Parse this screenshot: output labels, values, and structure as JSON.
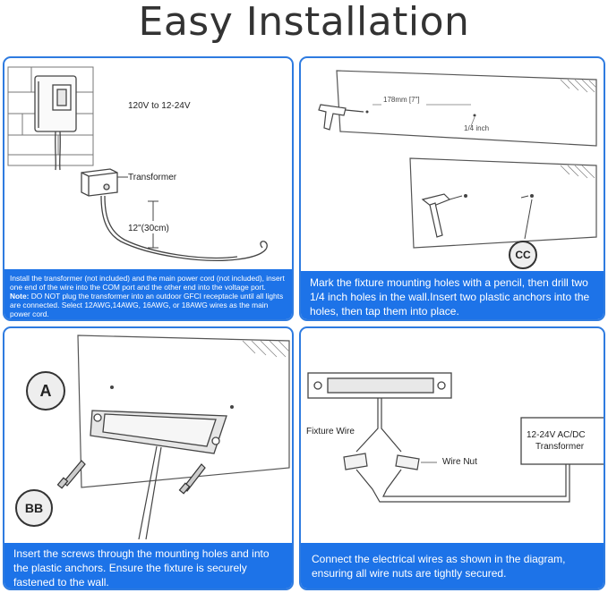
{
  "title": "Easy Installation",
  "panel1": {
    "voltage_label": "120V to 12-24V",
    "transformer_label": "Transformer",
    "length_label": "12\"(30cm)",
    "caption_main": "Install the transformer (not included) and the main power cord (not included), insert one end of the wire into the COM port and the other end into the voltage port.",
    "caption_note_label": "Note:",
    "caption_note": " DO NOT plug the transformer into an outdoor GFCI receptacle until all lights are connected.  Select 12AWG,14AWG, 16AWG, or 18AWG wires as the main power cord."
  },
  "panel2": {
    "spacing_label": "178mm [7\"]",
    "hole_label": "1/4 inch",
    "anchor_label": "CC",
    "caption": "Mark the fixture mounting holes with a pencil, then drill two 1/4 inch holes in the wall.Insert two plastic anchors into the holes, then tap them into place."
  },
  "panel3": {
    "fixture_label": "A",
    "screw_label": "BB",
    "caption": "Insert the screws through the mounting holes and into the plastic anchors. Ensure the fixture is securely fastened to the wall."
  },
  "panel4": {
    "fixture_wire_label": "Fixture Wire",
    "wire_nut_label": "Wire Nut",
    "transformer_label_1": "12-24V AC/DC",
    "transformer_label_2": "Transformer",
    "caption": "Connect the electrical wires as shown in the diagram, ensuring all wire nuts are tightly secured."
  },
  "colors": {
    "accent": "#1d73e8",
    "caption_text": "#ffffff"
  }
}
